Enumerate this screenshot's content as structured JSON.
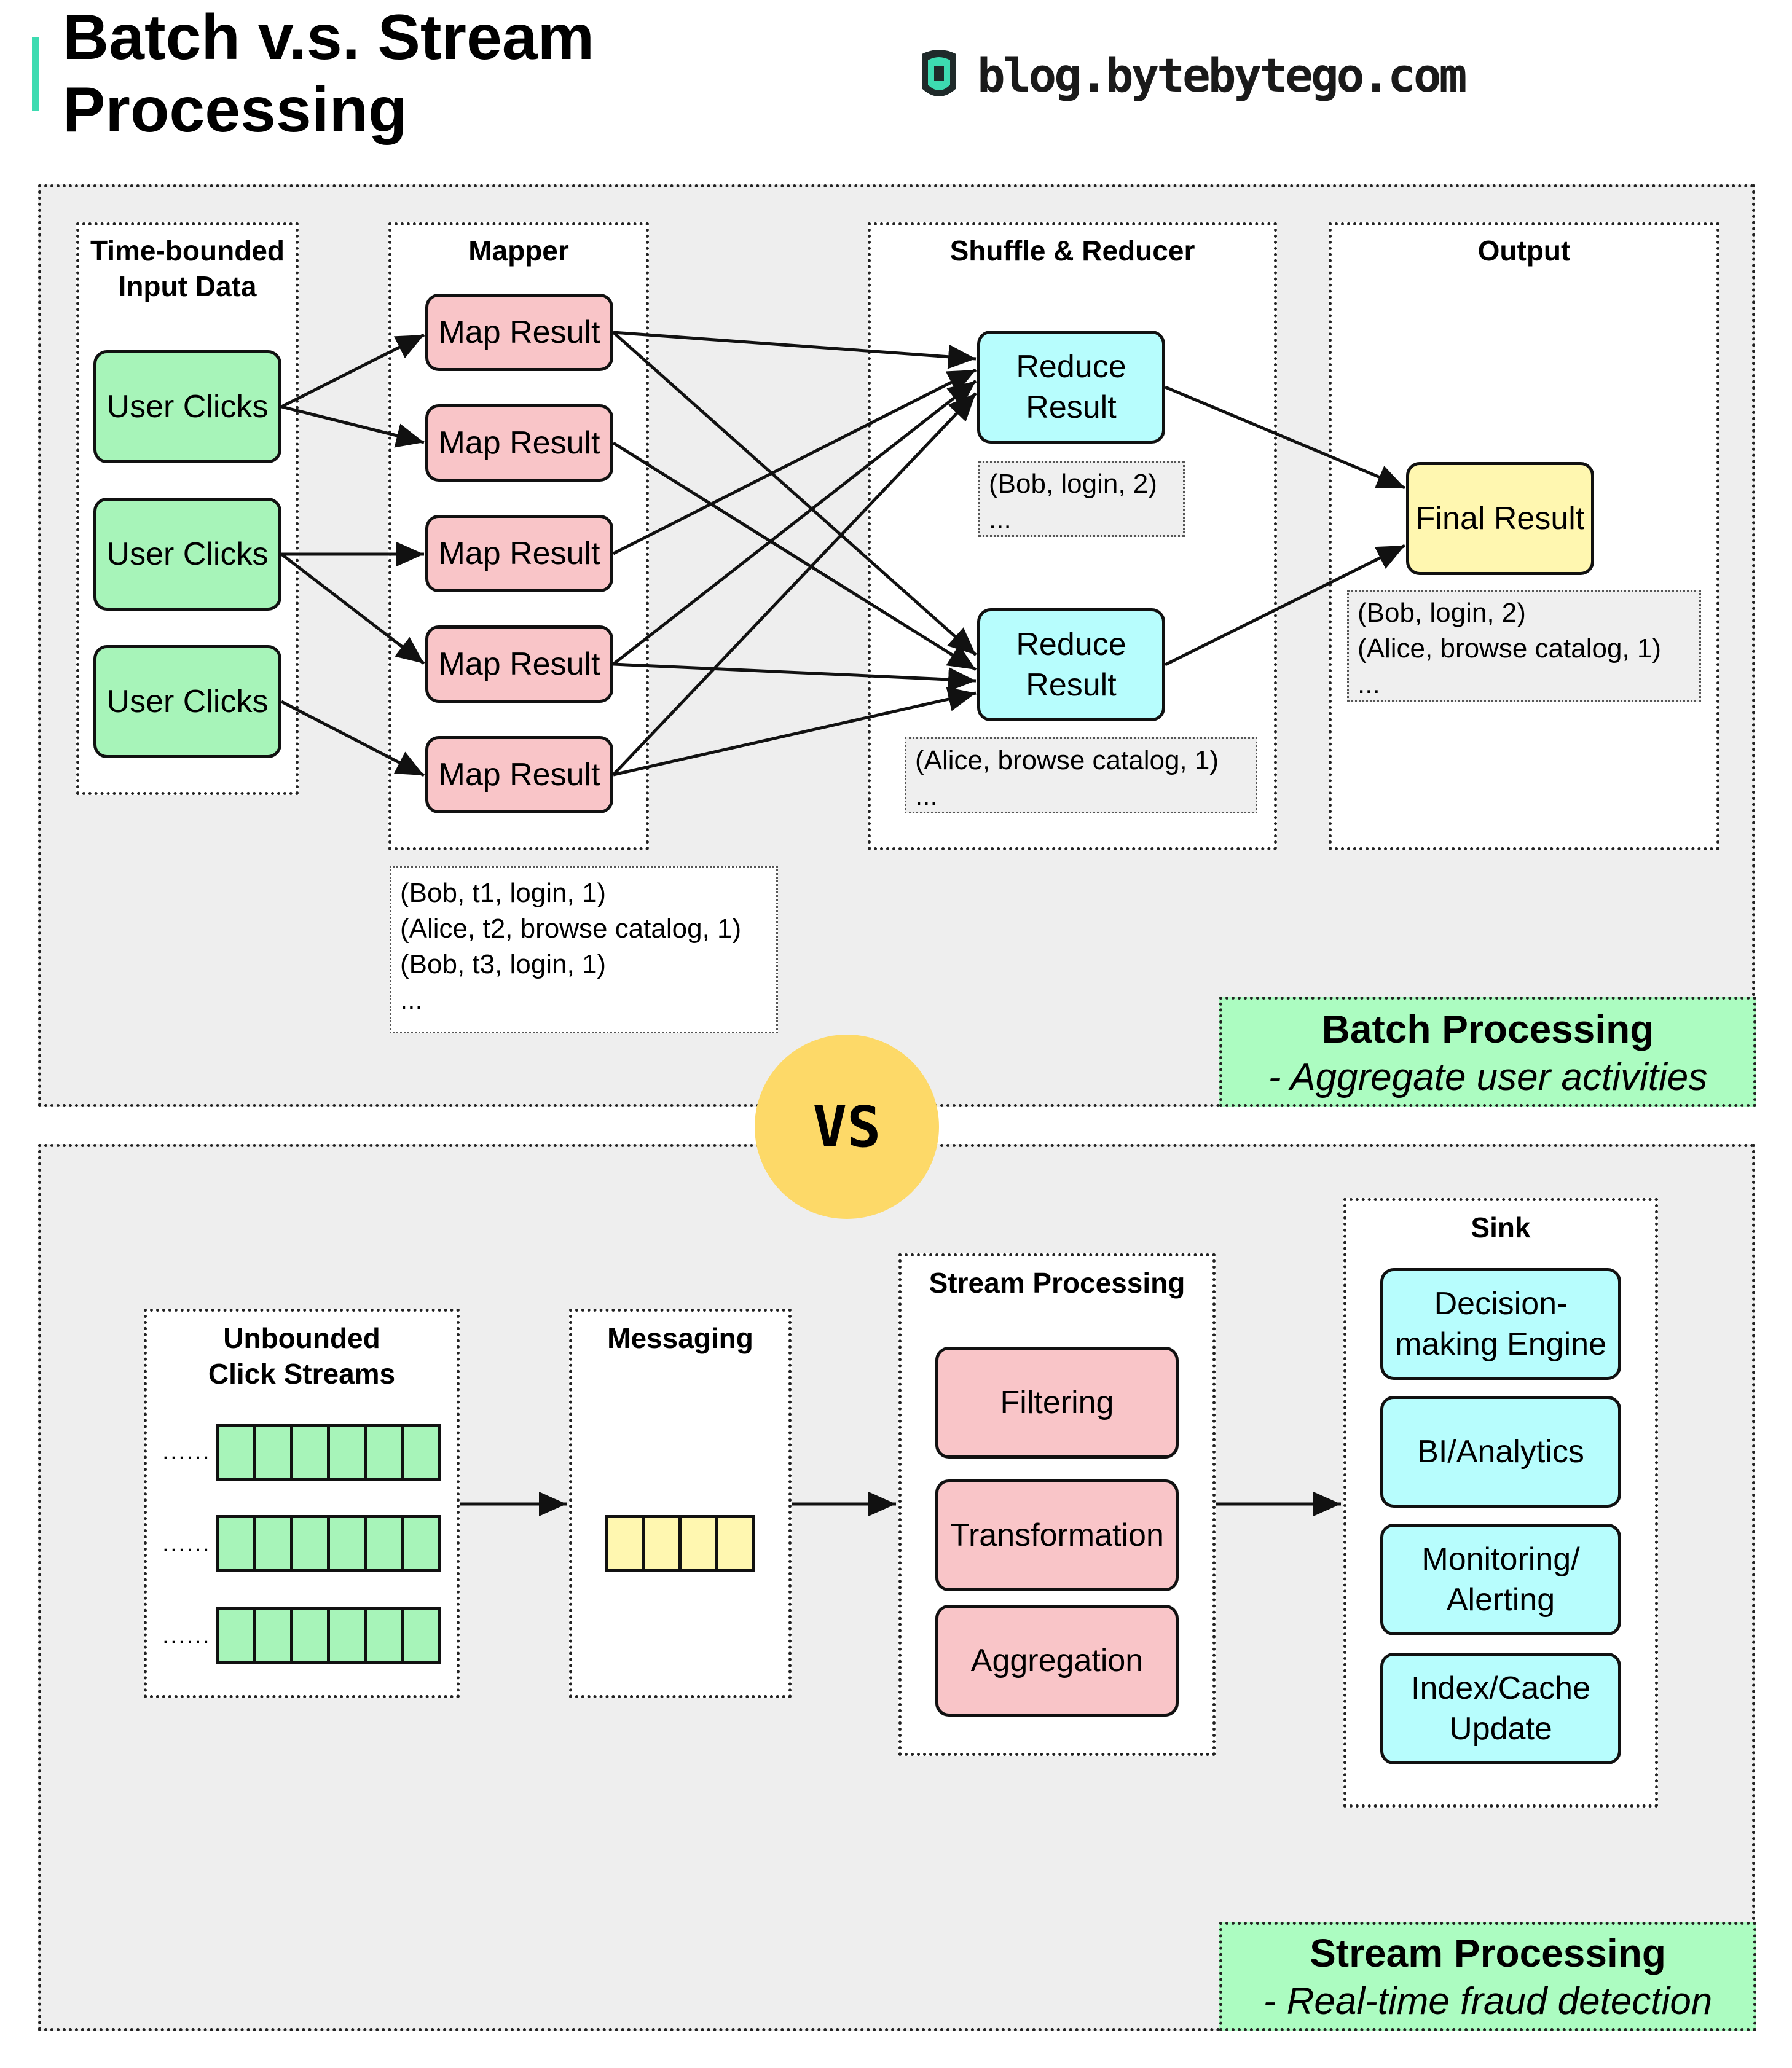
{
  "header": {
    "title_line1": "Batch v.s. Stream",
    "title_line2": "Processing",
    "site": "blog.bytebytego.com"
  },
  "batch": {
    "input_title_1": "Time-bounded",
    "input_title_2": "Input Data",
    "user_clicks": [
      "User Clicks",
      "User Clicks",
      "User Clicks"
    ],
    "mapper_title": "Mapper",
    "map_results": [
      "Map Result",
      "Map Result",
      "Map Result",
      "Map Result",
      "Map Result"
    ],
    "shuffle_title": "Shuffle & Reducer",
    "reduce_1": [
      "Reduce",
      "Result"
    ],
    "reduce_2": [
      "Reduce",
      "Result"
    ],
    "reduce_note_1": [
      "(Bob, login, 2)",
      "..."
    ],
    "reduce_note_2": [
      "(Alice, browse catalog, 1)",
      "..."
    ],
    "output_title": "Output",
    "final_result": "Final Result",
    "output_note": [
      "(Bob, login, 2)",
      "(Alice, browse catalog, 1)",
      "..."
    ],
    "mapper_note": [
      "(Bob, t1, login, 1)",
      "(Alice, t2, browse catalog, 1)",
      "(Bob, t3, login, 1)",
      "..."
    ],
    "tag_title": "Batch Processing",
    "tag_subtitle": "- Aggregate user activities"
  },
  "vs_label": "VS",
  "stream": {
    "unbounded_title_1": "Unbounded",
    "unbounded_title_2": "Click Streams",
    "stream_dots": "......",
    "messaging_title": "Messaging",
    "processing_title": "Stream Processing",
    "processing_steps": [
      "Filtering",
      "Transformation",
      "Aggregation"
    ],
    "sink_title": "Sink",
    "sinks": [
      [
        "Decision-",
        "making Engine"
      ],
      [
        "BI/Analytics"
      ],
      [
        "Monitoring/",
        "Alerting"
      ],
      [
        "Index/Cache",
        "Update"
      ]
    ],
    "tag_title": "Stream Processing",
    "tag_subtitle": "- Real-time fraud detection"
  },
  "colors": {
    "accent": "#3ddbb1",
    "user_clicks": "#a7f4b9",
    "map_result": "#f9c5c8",
    "reduce_result": "#b7fdfd",
    "final_result": "#fff7b0",
    "vs_circle": "#fdd968",
    "tag_background": "#acfcc1",
    "panel_background": "#eeeeee"
  },
  "icons": [
    "bytebytego-logo-icon"
  ]
}
